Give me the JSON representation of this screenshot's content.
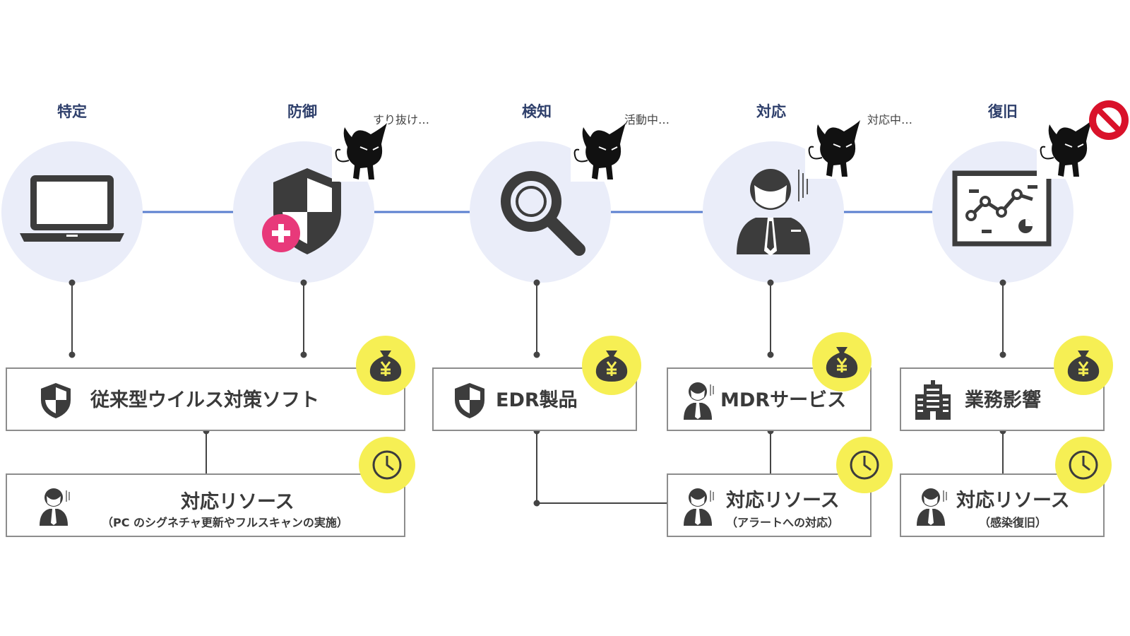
{
  "phases": [
    {
      "label": "特定",
      "icon": "laptop-icon"
    },
    {
      "label": "防御",
      "icon": "shield-plus-icon",
      "note": "すり抜け…"
    },
    {
      "label": "検知",
      "icon": "magnifier-icon",
      "note": "活動中…"
    },
    {
      "label": "対応",
      "icon": "businessman-icon",
      "note": "対応中…"
    },
    {
      "label": "復旧",
      "icon": "chart-board-icon"
    }
  ],
  "solutions": [
    {
      "title": "従来型ウイルス対策ソフト",
      "icon": "shield-icon",
      "badge": "money-bag-yen-icon"
    },
    {
      "title": "EDR製品",
      "icon": "shield-icon",
      "badge": "money-bag-yen-icon"
    },
    {
      "title": "MDRサービス",
      "icon": "person-icon",
      "badge": "money-bag-yen-icon"
    },
    {
      "title": "業務影響",
      "icon": "building-icon",
      "badge": "money-bag-yen-icon"
    }
  ],
  "resources": [
    {
      "title": "対応リソース",
      "sub": "（PC のシグネチャ更新やフルスキャンの実施）",
      "icon": "person-icon",
      "badge": "clock-icon"
    },
    {
      "title": "対応リソース",
      "sub": "（アラートへの対応）",
      "icon": "person-icon",
      "badge": "clock-icon"
    },
    {
      "title": "対応リソース",
      "sub": "（感染復旧）",
      "icon": "person-icon",
      "badge": "clock-icon"
    }
  ],
  "colors": {
    "circle_fill": "#eaedf9",
    "timeline": "#5b7fcf",
    "icon_dark": "#3c3c3c",
    "plus_pink": "#e8397a",
    "badge_yellow": "#f6ef54",
    "no_sign_red": "#d9122a",
    "devil": "#111111"
  },
  "decorations": [
    "devil-icon",
    "no-entry-icon"
  ]
}
